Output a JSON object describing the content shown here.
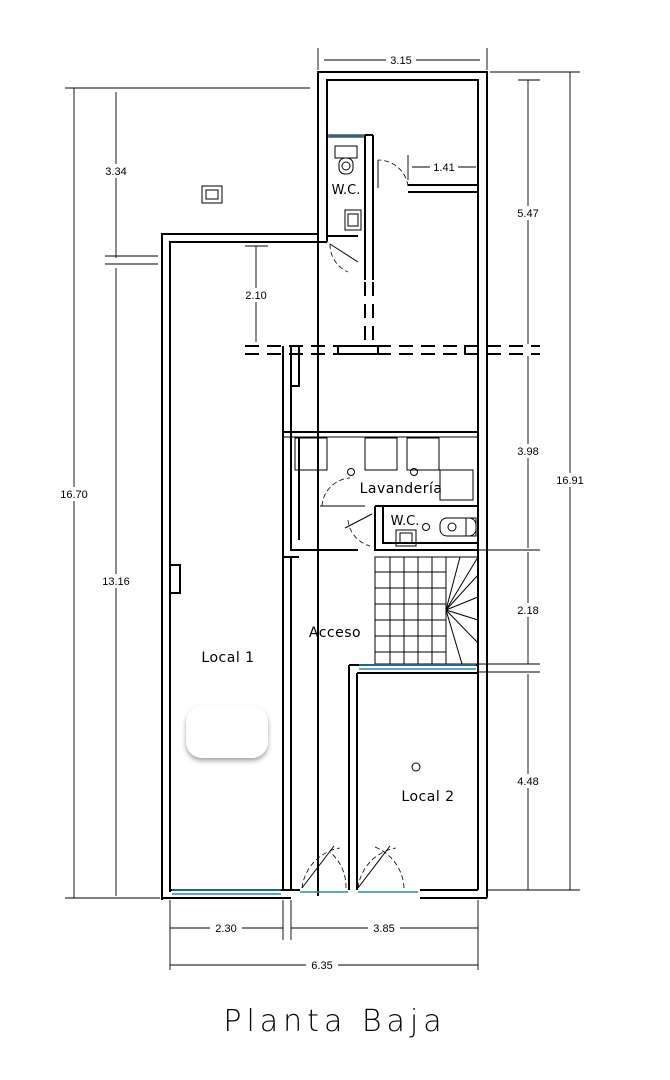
{
  "title": "Planta Baja",
  "rooms": {
    "local1": "Local  1",
    "local2": "Local  2",
    "acceso": "Acceso",
    "lavanderia": "Lavandería",
    "wc_upper": "W.C.",
    "wc_lower": "W.C."
  },
  "dimensions": {
    "top_width": "3.15",
    "inner_width": "1.41",
    "left_upper": "3.34",
    "left_mid": "2.10",
    "left_total": "16.70",
    "left_lower": "13.16",
    "right_1": "5.47",
    "right_2": "3.98",
    "right_3": "2.18",
    "right_4": "4.48",
    "right_total": "16.91",
    "bottom_left": "2.30",
    "bottom_right": "3.85",
    "bottom_total": "6.35"
  },
  "colors": {
    "glass": "#2a8ab0",
    "line": "#000000"
  }
}
